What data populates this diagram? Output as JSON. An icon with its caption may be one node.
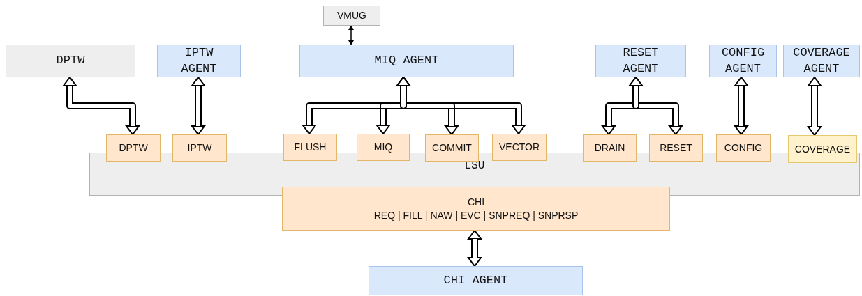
{
  "diagram": {
    "nodes": [
      {
        "text": [
          "VMUG"
        ]
      },
      {
        "text": [
          "DPTW"
        ]
      },
      {
        "text": [
          "IPTW AGENT"
        ]
      },
      {
        "text": [
          "MIQ AGENT"
        ]
      },
      {
        "text": [
          "RESET AGENT"
        ]
      },
      {
        "text": [
          "CONFIG AGENT"
        ]
      },
      {
        "text": [
          "COVERAGE AGENT"
        ]
      },
      {
        "text": [
          "DPTW"
        ]
      },
      {
        "text": [
          "IPTW"
        ]
      },
      {
        "text": [
          "FLUSH"
        ]
      },
      {
        "text": [
          "MIQ"
        ]
      },
      {
        "text": [
          "COMMIT"
        ]
      },
      {
        "text": [
          "VECTOR"
        ]
      },
      {
        "text": [
          "DRAIN"
        ]
      },
      {
        "text": [
          "RESET"
        ]
      },
      {
        "text": [
          "CONFIG"
        ]
      },
      {
        "text": [
          "COVERAGE"
        ]
      },
      {
        "text": [
          "LSU"
        ]
      },
      {
        "text": [
          "CHI",
          "REQ | FILL | NAW | EVC | SNPREQ | SNPRSP"
        ]
      },
      {
        "text": [
          "CHI AGENT"
        ]
      }
    ],
    "edges": [
      {
        "from": 0,
        "to": 3,
        "arrow": "both"
      },
      {
        "from": 1,
        "to": 7,
        "arrow": "both"
      },
      {
        "from": 2,
        "to": 8,
        "arrow": "both"
      },
      {
        "from": 3,
        "to": 9,
        "arrow": "both"
      },
      {
        "from": 3,
        "to": 10,
        "arrow": "both"
      },
      {
        "from": 3,
        "to": 11,
        "arrow": "both"
      },
      {
        "from": 3,
        "to": 12,
        "arrow": "both"
      },
      {
        "from": 4,
        "to": 13,
        "arrow": "both"
      },
      {
        "from": 4,
        "to": 14,
        "arrow": "both"
      },
      {
        "from": 5,
        "to": 15,
        "arrow": "both"
      },
      {
        "from": 6,
        "to": 16,
        "arrow": "both"
      },
      {
        "from": 18,
        "to": 19,
        "arrow": "both"
      }
    ]
  }
}
